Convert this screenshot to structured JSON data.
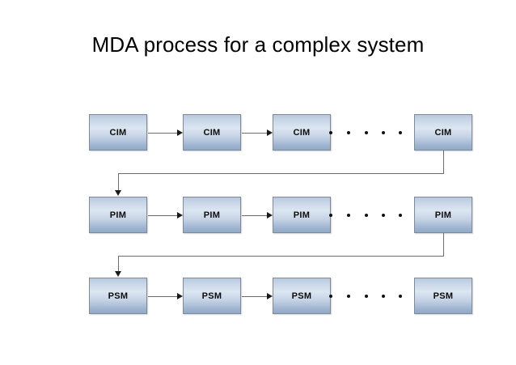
{
  "slide": {
    "title": "MDA process for a complex system",
    "background_color": "#ffffff"
  },
  "diagram": {
    "type": "flow-matrix",
    "box_fill_top": "#dce6f2",
    "box_fill_bottom": "#92aac9",
    "box_border_color": "#808a95",
    "connector_color": "#6b6b6b",
    "arrow_color": "#1a1a1a",
    "rows": [
      {
        "id": "cim-row",
        "label": "CIM",
        "boxes": [
          {
            "label": "CIM"
          },
          {
            "label": "CIM"
          },
          {
            "label": "CIM"
          },
          {
            "label": "CIM"
          }
        ],
        "ellipsis_dots": 5
      },
      {
        "id": "pim-row",
        "label": "PIM",
        "boxes": [
          {
            "label": "PIM"
          },
          {
            "label": "PIM"
          },
          {
            "label": "PIM"
          },
          {
            "label": "PIM"
          }
        ],
        "ellipsis_dots": 5
      },
      {
        "id": "psm-row",
        "label": "PSM",
        "boxes": [
          {
            "label": "PSM"
          },
          {
            "label": "PSM"
          },
          {
            "label": "PSM"
          },
          {
            "label": "PSM"
          }
        ],
        "ellipsis_dots": 5
      }
    ]
  }
}
